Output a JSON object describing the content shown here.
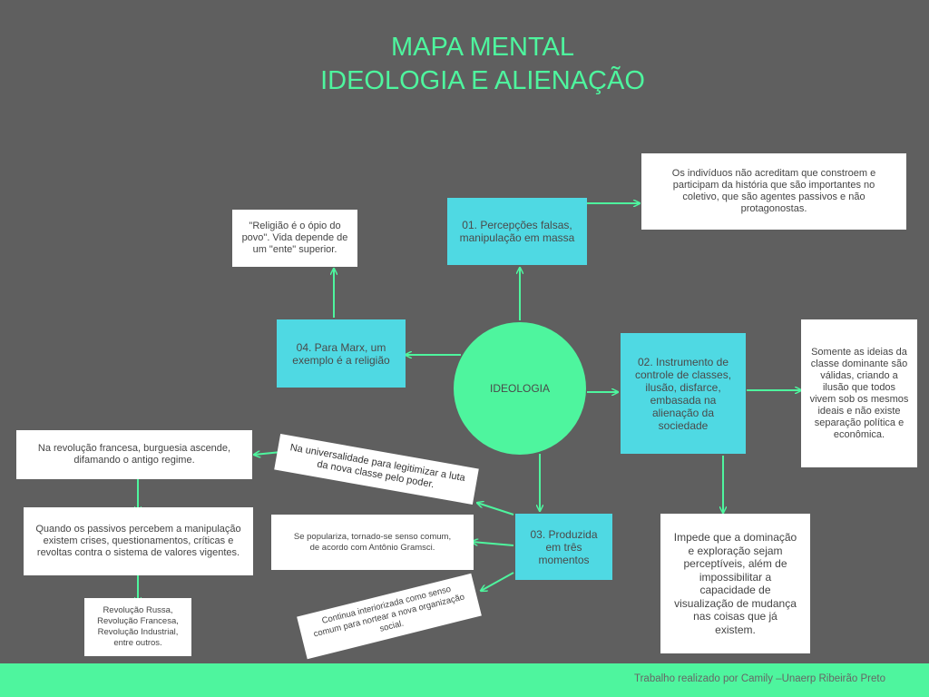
{
  "title": {
    "line1": "MAPA MENTAL",
    "line2": "IDEOLOGIA E ALIENAÇÃO"
  },
  "center": "IDEOLOGIA",
  "nodes": {
    "n01": "01. Percepções falsas, manipulação em massa",
    "n02": "02. Instrumento de controle de classes, ilusão, disfarce, embasada na alienação da sociedade",
    "n03": "03. Produzida em três momentos",
    "n04": "04. Para Marx, um exemplo é a religião"
  },
  "notes": {
    "n01_detail": "Os indivíduos não acreditam que constroem e participam da história que são importantes no coletivo, que são agentes passivos e não  protagonostas.",
    "n02_right": "Somente as ideias da classe dominante são válidas, criando a ilusão que todos vivem sob os mesmos ideais e não existe separação política e econômica.",
    "n02_below": "Impede que a dominação e exploração sejam perceptíveis, além de impossibilitar a capacidade de visualização de mudança nas coisas que já existem.",
    "n04_detail": "\"Religião é o ópio do povo\". Vida depende de um \"ente\" superior.",
    "m1": "Na universalidade para legitimizar a luta da nova classe pelo poder.",
    "m2": "Se populariza, tornado-se senso comum, de acordo com Antônio Gramsci.",
    "m3": "Continua interiorizada como senso comum para nortear a nova organização social.",
    "m1_example": "Na revolução francesa, burguesia ascende, difamando o antigo regime.",
    "m3_example": "Quando os passivos percebem a manipulação existem crises, questionamentos, críticas e revoltas contra o sistema de valores vigentes.",
    "revolutions": "Revolução Russa, Revolução Francesa, Revolução Industrial, entre outros."
  },
  "footer": "Trabalho realizado por Camily –Unaerp Ribeirão Preto",
  "colors": {
    "background": "#5f5f5f",
    "accent_green": "#4ef59e",
    "teal": "#4fd9e3",
    "note": "#ffffff"
  }
}
